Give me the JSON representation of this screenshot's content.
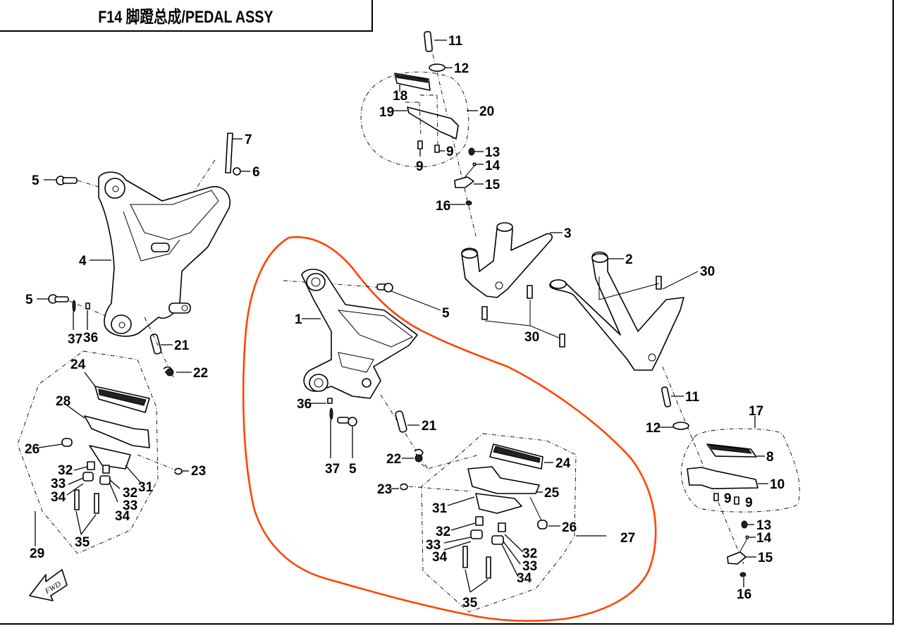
{
  "title": "F14 脚蹬总成/PEDAL  ASSY",
  "diagram": {
    "type": "exploded-parts-diagram",
    "highlight_color": "#ff4500",
    "fwd_arrow_label": "FWD",
    "highlighted_group": "left front footrest assembly (parts 1, 5, 21, 22, 23, 24–27, 31–37)",
    "callouts": [
      {
        "id": "c11a",
        "label": "11"
      },
      {
        "id": "c12a",
        "label": "12"
      },
      {
        "id": "c18",
        "label": "18"
      },
      {
        "id": "c19",
        "label": "19"
      },
      {
        "id": "c20",
        "label": "20"
      },
      {
        "id": "c9a",
        "label": "9"
      },
      {
        "id": "c9b",
        "label": "9"
      },
      {
        "id": "c13a",
        "label": "13"
      },
      {
        "id": "c14a",
        "label": "14"
      },
      {
        "id": "c15a",
        "label": "15"
      },
      {
        "id": "c16a",
        "label": "16"
      },
      {
        "id": "c7",
        "label": "7"
      },
      {
        "id": "c6",
        "label": "6"
      },
      {
        "id": "c5a",
        "label": "5"
      },
      {
        "id": "c4",
        "label": "4"
      },
      {
        "id": "c5b",
        "label": "5"
      },
      {
        "id": "c37a",
        "label": "37"
      },
      {
        "id": "c36a",
        "label": "36"
      },
      {
        "id": "c21a",
        "label": "21"
      },
      {
        "id": "c22a",
        "label": "22"
      },
      {
        "id": "c24a",
        "label": "24"
      },
      {
        "id": "c28",
        "label": "28"
      },
      {
        "id": "c26a",
        "label": "26"
      },
      {
        "id": "c23a",
        "label": "23"
      },
      {
        "id": "c32a",
        "label": "32"
      },
      {
        "id": "c33a",
        "label": "33"
      },
      {
        "id": "c34a",
        "label": "34"
      },
      {
        "id": "c32b",
        "label": "32"
      },
      {
        "id": "c31a",
        "label": "31"
      },
      {
        "id": "c33b",
        "label": "33"
      },
      {
        "id": "c34b",
        "label": "34"
      },
      {
        "id": "c35a",
        "label": "35"
      },
      {
        "id": "c29",
        "label": "29"
      },
      {
        "id": "c1",
        "label": "1"
      },
      {
        "id": "c5c",
        "label": "5"
      },
      {
        "id": "c36b",
        "label": "36"
      },
      {
        "id": "c37b",
        "label": "37"
      },
      {
        "id": "c5d",
        "label": "5"
      },
      {
        "id": "c21b",
        "label": "21"
      },
      {
        "id": "c22b",
        "label": "22"
      },
      {
        "id": "c24b",
        "label": "24"
      },
      {
        "id": "c23b",
        "label": "23"
      },
      {
        "id": "c25",
        "label": "25"
      },
      {
        "id": "c31b",
        "label": "31"
      },
      {
        "id": "c26b",
        "label": "26"
      },
      {
        "id": "c27",
        "label": "27"
      },
      {
        "id": "c32c",
        "label": "32"
      },
      {
        "id": "c33c",
        "label": "33"
      },
      {
        "id": "c34c",
        "label": "34"
      },
      {
        "id": "c32d",
        "label": "32"
      },
      {
        "id": "c33d",
        "label": "33"
      },
      {
        "id": "c34d",
        "label": "34"
      },
      {
        "id": "c35b",
        "label": "35"
      },
      {
        "id": "c3",
        "label": "3"
      },
      {
        "id": "c2",
        "label": "2"
      },
      {
        "id": "c30a",
        "label": "30"
      },
      {
        "id": "c30b",
        "label": "30"
      },
      {
        "id": "c11b",
        "label": "11"
      },
      {
        "id": "c17",
        "label": "17"
      },
      {
        "id": "c12b",
        "label": "12"
      },
      {
        "id": "c8",
        "label": "8"
      },
      {
        "id": "c10",
        "label": "10"
      },
      {
        "id": "c9c",
        "label": "9"
      },
      {
        "id": "c9d",
        "label": "9"
      },
      {
        "id": "c13b",
        "label": "13"
      },
      {
        "id": "c14b",
        "label": "14"
      },
      {
        "id": "c15b",
        "label": "15"
      },
      {
        "id": "c16b",
        "label": "16"
      }
    ]
  }
}
